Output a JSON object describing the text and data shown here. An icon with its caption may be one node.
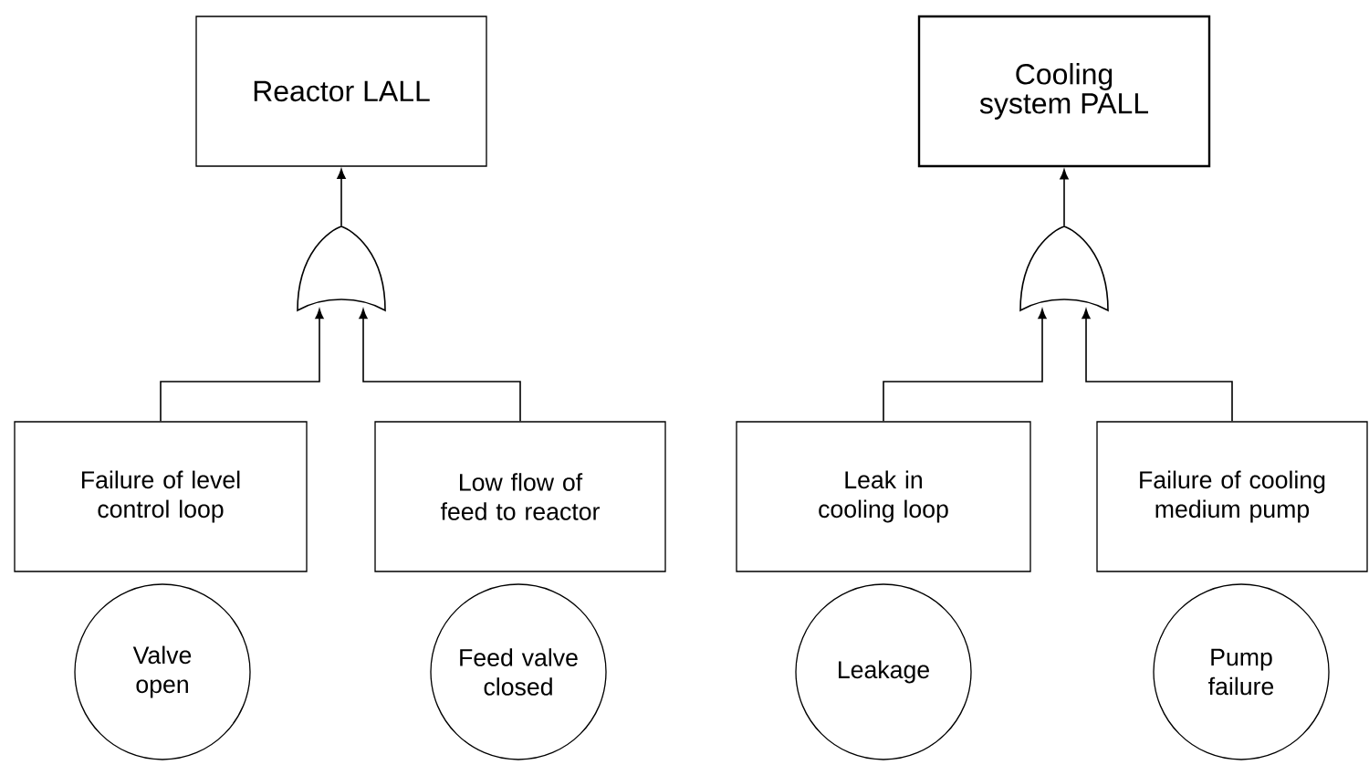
{
  "diagram": {
    "nodes": [
      {
        "text": [
          "Reactor LALL"
        ]
      },
      {
        "text": [
          "Cooling system PALL"
        ]
      },
      {
        "text": [],
        "shape": "gate"
      },
      {
        "text": [],
        "shape": "gate"
      },
      {
        "text": [
          "Failure of level control loop"
        ]
      },
      {
        "text": [
          "Low flow of feed to reactor"
        ]
      },
      {
        "text": [
          "Leak in cooling loop"
        ]
      },
      {
        "text": [
          "Failure of cooling medium pump"
        ]
      },
      {
        "text": [
          "Valve open"
        ]
      },
      {
        "text": [
          "Feed valve closed"
        ]
      },
      {
        "text": [
          "Leakage"
        ]
      },
      {
        "text": [
          "Pump failure"
        ]
      }
    ],
    "edges": [
      {
        "from": 2,
        "to": 0,
        "arrow": "to"
      },
      {
        "from": 4,
        "to": 2,
        "arrow": "to"
      },
      {
        "from": 5,
        "to": 2,
        "arrow": "to"
      },
      {
        "from": 3,
        "to": 1,
        "arrow": "to"
      },
      {
        "from": 6,
        "to": 3,
        "arrow": "to"
      },
      {
        "from": 7,
        "to": 3,
        "arrow": "to"
      }
    ]
  }
}
